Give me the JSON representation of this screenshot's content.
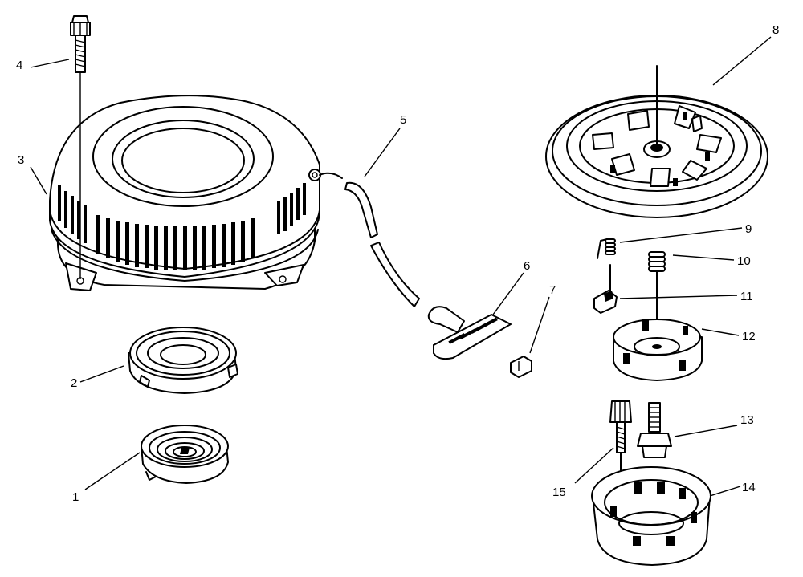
{
  "diagram": {
    "callouts": [
      {
        "id": "1",
        "text": "1"
      },
      {
        "id": "2",
        "text": "2"
      },
      {
        "id": "3",
        "text": "3"
      },
      {
        "id": "4",
        "text": "4"
      },
      {
        "id": "5",
        "text": "5"
      },
      {
        "id": "6",
        "text": "6"
      },
      {
        "id": "7",
        "text": "7"
      },
      {
        "id": "8",
        "text": "8"
      },
      {
        "id": "9",
        "text": "9"
      },
      {
        "id": "10",
        "text": "10"
      },
      {
        "id": "11",
        "text": "11"
      },
      {
        "id": "12",
        "text": "12"
      },
      {
        "id": "13",
        "text": "13"
      },
      {
        "id": "14",
        "text": "14"
      },
      {
        "id": "15",
        "text": "15"
      }
    ],
    "colors": {
      "ink": "#000000",
      "paper": "#ffffff"
    }
  }
}
